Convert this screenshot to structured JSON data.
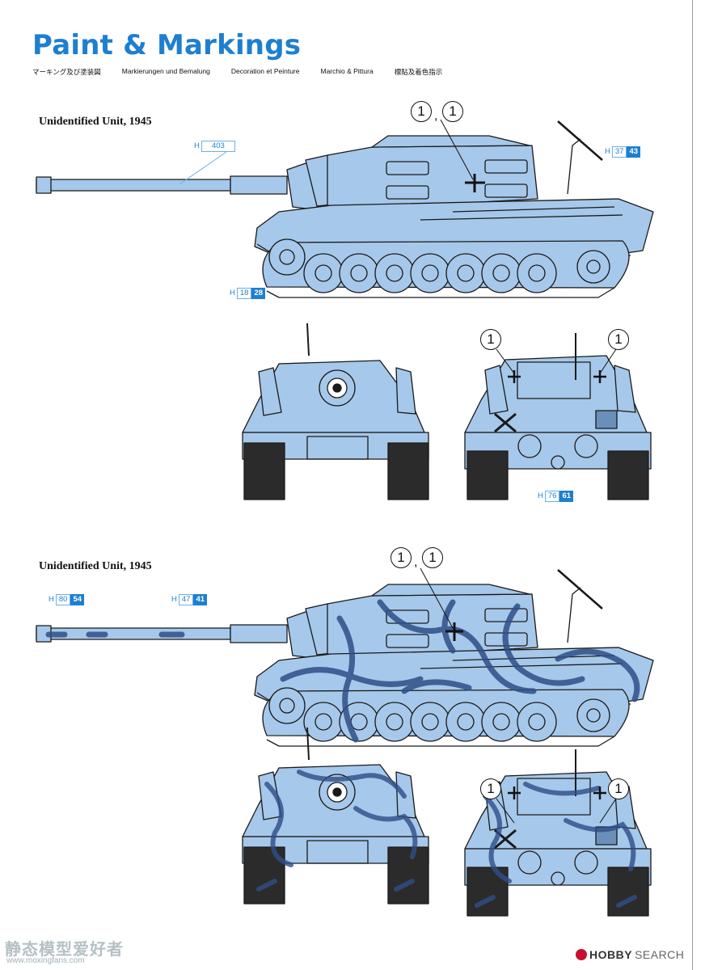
{
  "title": "Paint & Markings",
  "subtitles": [
    "マーキング及び塗装図",
    "Markierungen und Bemalung",
    "Decoration et Peinture",
    "Marchio & Pittura",
    "標貼及着色指示"
  ],
  "sections": [
    {
      "label": "Unidentified Unit, 1945",
      "side_callouts": [
        "1",
        "1"
      ],
      "codes": [
        {
          "prefix": "H",
          "box": "403",
          "fill": ""
        },
        {
          "prefix": "H",
          "box": "37",
          "fill": "43"
        },
        {
          "prefix": "H",
          "box": "18",
          "fill": "28"
        }
      ],
      "front_back_callouts": [
        "1",
        "1"
      ],
      "rear_code": {
        "prefix": "H",
        "box": "76",
        "fill": "61"
      }
    },
    {
      "label": "Unidentified Unit, 1945",
      "side_callouts": [
        "1",
        "1"
      ],
      "codes": [
        {
          "prefix": "H",
          "box": "80",
          "fill": "54"
        },
        {
          "prefix": "H",
          "box": "47",
          "fill": "41"
        }
      ],
      "front_back_callouts": [
        "1",
        "1"
      ]
    }
  ],
  "colors": {
    "title": "#1e7fd0",
    "tank_base": "#a6c8ea",
    "camo": "#2f4e88",
    "outline": "#1a1a1a",
    "code": "#1e7fd0"
  },
  "watermarks": {
    "left": "静态模型爱好者",
    "url": "www.moxingfans.com",
    "right_a": "HOBBY",
    "right_b": "SEARCH"
  }
}
